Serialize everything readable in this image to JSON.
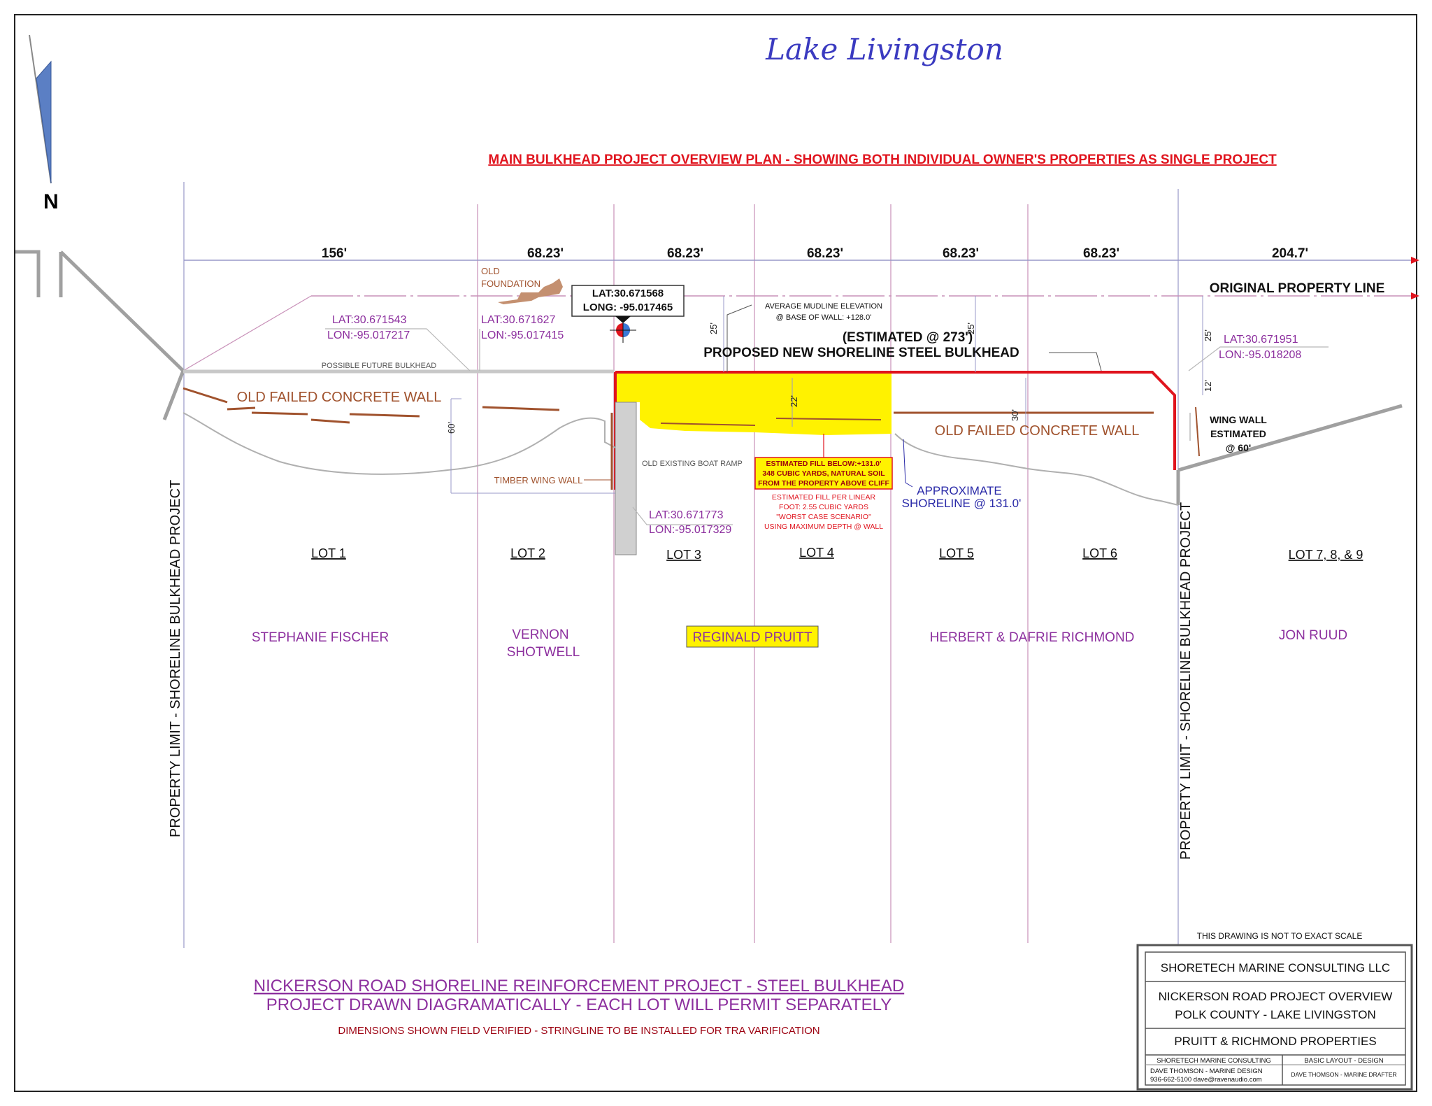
{
  "title": "Lake Livingston",
  "north": "N",
  "plan_title": "MAIN BULKHEAD PROJECT OVERVIEW PLAN - SHOWING BOTH INDIVIDUAL OWNER'S PROPERTIES AS SINGLE PROJECT",
  "dimensions": [
    "156'",
    "68.23'",
    "68.23'",
    "68.23'",
    "68.23'",
    "68.23'",
    "204.7'"
  ],
  "original_property_line": "ORIGINAL PROPERTY LINE",
  "old_foundation_1": "OLD",
  "old_foundation_2": "FOUNDATION",
  "coords": {
    "c1_lat": "LAT:30.671543",
    "c1_lon": "LON:-95.017217",
    "c2_lat": "LAT:30.671627",
    "c2_lon": "LON:-95.017415",
    "c3_lat": "LAT:30.671568",
    "c3_lon": "LONG: -95.017465",
    "c4_lat": "LAT:30.671773",
    "c4_lon": "LON:-95.017329",
    "c5_lat": "LAT:30.671951",
    "c5_lon": "LON:-95.018208"
  },
  "mudline_1": "AVERAGE MUDLINE ELEVATION",
  "mudline_2": "@ BASE OF WALL: +128.0'",
  "estimated_length": "(ESTIMATED @ 273')",
  "proposed_bulkhead": "PROPOSED NEW SHORELINE STEEL BULKHEAD",
  "possible_future": "POSSIBLE FUTURE BULKHEAD",
  "old_wall_left": "OLD FAILED CONCRETE WALL",
  "old_wall_right": "OLD FAILED CONCRETE WALL",
  "dim_25a": "25'",
  "dim_25b": "25'",
  "dim_25c": "25'",
  "dim_22": "22'",
  "dim_30": "30'",
  "dim_12": "12'",
  "dim_60": "60'",
  "timber_wing_wall": "TIMBER WING WALL",
  "old_boat_ramp": "OLD EXISTING BOAT RAMP",
  "fill_box": [
    "ESTIMATED FILL BELOW:+131.0'",
    "348 CUBIC YARDS, NATURAL SOIL",
    "FROM THE PROPERTY ABOVE CLIFF"
  ],
  "fill_note": [
    "ESTIMATED FILL PER LINEAR",
    "FOOT: 2.55 CUBIC YARDS",
    "\"WORST CASE SCENARIO\"",
    "USING MAXIMUM DEPTH @ WALL"
  ],
  "approx_shoreline_1": "APPROXIMATE",
  "approx_shoreline_2": "SHORELINE @ 131.0'",
  "wing_wall": [
    "WING WALL",
    "ESTIMATED",
    "@ 60'"
  ],
  "lots": [
    "LOT 1",
    "LOT 2",
    "LOT 3",
    "LOT 4",
    "LOT 5",
    "LOT 6",
    "LOT 7, 8, & 9"
  ],
  "owners": {
    "stephanie": "STEPHANIE FISCHER",
    "vernon_1": "VERNON",
    "vernon_2": "SHOTWELL",
    "reginald": "REGINALD PRUITT",
    "herbert": "HERBERT & DAFRIE RICHMOND",
    "jon": "JON RUUD"
  },
  "property_limit_left": "PROPERTY LIMIT - SHORELINE BULKHEAD PROJECT",
  "property_limit_right": "PROPERTY LIMIT - SHORELINE BULKHEAD PROJECT",
  "not_to_scale": "THIS DRAWING IS NOT TO EXACT SCALE",
  "project_title_1": "NICKERSON ROAD SHORELINE REINFORCEMENT PROJECT - STEEL BULKHEAD",
  "project_title_2": "PROJECT DRAWN DIAGRAMATICALLY - EACH LOT WILL PERMIT SEPARATELY",
  "project_note": "DIMENSIONS SHOWN FIELD VERIFIED - STRINGLINE TO BE INSTALLED FOR TRA VARIFICATION",
  "title_block": {
    "company": "SHORETECH MARINE CONSULTING LLC",
    "overview_1": "NICKERSON ROAD PROJECT OVERVIEW",
    "overview_2": "POLK COUNTY - LAKE LIVINGSTON",
    "properties": "PRUITT & RICHMOND PROPERTIES",
    "small_company": "SHORETECH MARINE CONSULTING",
    "basic_layout": "BASIC LAYOUT - DESIGN",
    "designer": "DAVE THOMSON - MARINE DESIGN",
    "contact": "936-662-5100  dave@ravenaudio.com",
    "drafter": "DAVE THOMSON - MARINE DRAFTER"
  },
  "colors": {
    "red": "#e0141e",
    "purple": "#8c2f9e",
    "brown": "#a0522d",
    "blue": "#2a2aa8",
    "yellow": "#fff200",
    "grey": "#a0a0a0",
    "lot_line": "#c890b8",
    "dim_line": "#9898c8"
  }
}
